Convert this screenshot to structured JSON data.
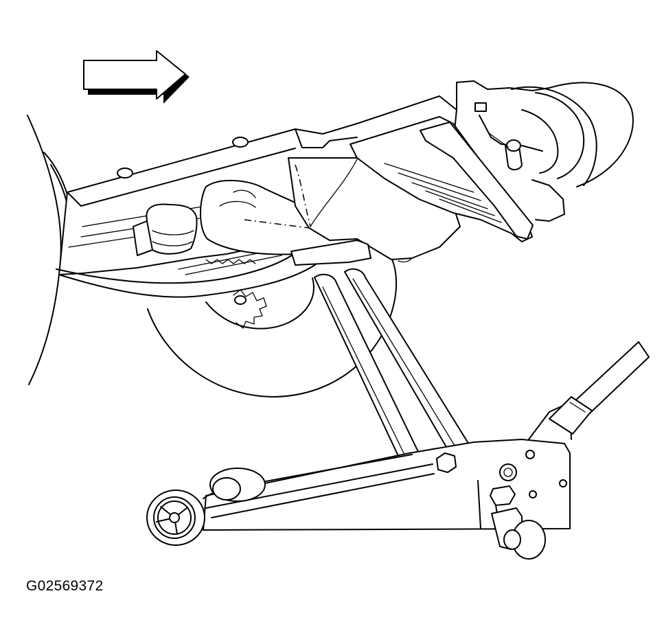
{
  "figure": {
    "code": "G02569372",
    "icons": [
      "direction-arrow-icon",
      "vehicle-frame",
      "floor-jack"
    ]
  }
}
